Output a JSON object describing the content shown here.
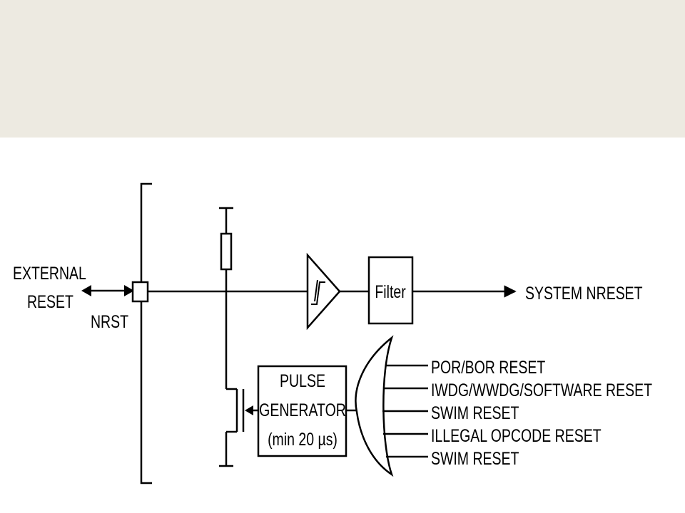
{
  "labels": {
    "external_reset_line1": "EXTERNAL",
    "external_reset_line2": "RESET",
    "nrst": "NRST",
    "filter": "Filter",
    "system_nreset": "SYSTEM NRESET",
    "pulse_line1": "PULSE",
    "pulse_line2": "GENERATOR",
    "pulse_line3": "(min 20 µs)"
  },
  "reset_sources": [
    "POR/BOR RESET",
    "IWDG/WWDG/SOFTWARE RESET",
    "SWIM RESET",
    "ILLEGAL OPCODE RESET",
    "SWIM RESET"
  ],
  "colors": {
    "top_band": "#edeae1",
    "line": "#000000"
  }
}
